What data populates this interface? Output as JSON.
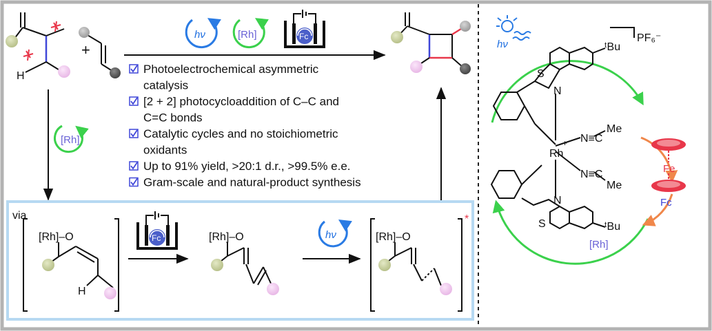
{
  "colors": {
    "frame": "#b3b3b3",
    "via_box": "#b6d9f2",
    "blue_arrow": "#2a7be4",
    "green_arrow": "#3bd14c",
    "orange_arrow": "#f0874a",
    "rh_label": "#6a63d6",
    "fc_fill": "#4b5fc9",
    "red_bond": "#e8374a",
    "blue_bond": "#3f46d8",
    "olive_ball": "#c3cc9b",
    "pink_ball": "#f1c9ef",
    "gray_ball": "#aaaaaa",
    "dark_ball": "#555555"
  },
  "icons": [
    "hv-light-icon",
    "rh-cycle-icon",
    "electrochemical-cell-icon",
    "sun-light-icon",
    "checkbox-icon"
  ],
  "reaction": {
    "hv_label": "hν",
    "rh_label": "[Rh]",
    "fc_label": "Fc",
    "plus": "+",
    "h_label": "H"
  },
  "features": [
    {
      "lines": [
        "Photoelectrochemical asymmetric",
        "catalysis"
      ]
    },
    {
      "lines": [
        "[2 + 2] photocycloaddition of C–C and",
        "C=C bonds"
      ]
    },
    {
      "lines": [
        "Catalytic cycles and no stoichiometric",
        "oxidants"
      ]
    },
    {
      "lines": [
        "Up to 91% yield, >20:1 d.r., >99.5% e.e."
      ]
    },
    {
      "lines": [
        "Gram-scale and natural-product synthesis"
      ]
    }
  ],
  "mechanism": {
    "via_label": "via",
    "enolate_label": "[Rh]–O",
    "ketone_label": "[Rh]–O",
    "excited_label": "[Rh]–O",
    "h_label": "H",
    "excited_mark": "*",
    "fc_label": "Fc",
    "hv_label": "hν"
  },
  "catalyst": {
    "s_label": "S",
    "n_label": "N",
    "rh_label": "Rh",
    "plus": "+",
    "tbu_label": "ᵗBu",
    "counterion": "PF₆⁻",
    "nitrile_label": "N≡C",
    "me_label": "Me",
    "cycle_label": "[Rh]",
    "fe_label": "Fe",
    "fc_label": "Fc",
    "hv_label": "hν"
  }
}
